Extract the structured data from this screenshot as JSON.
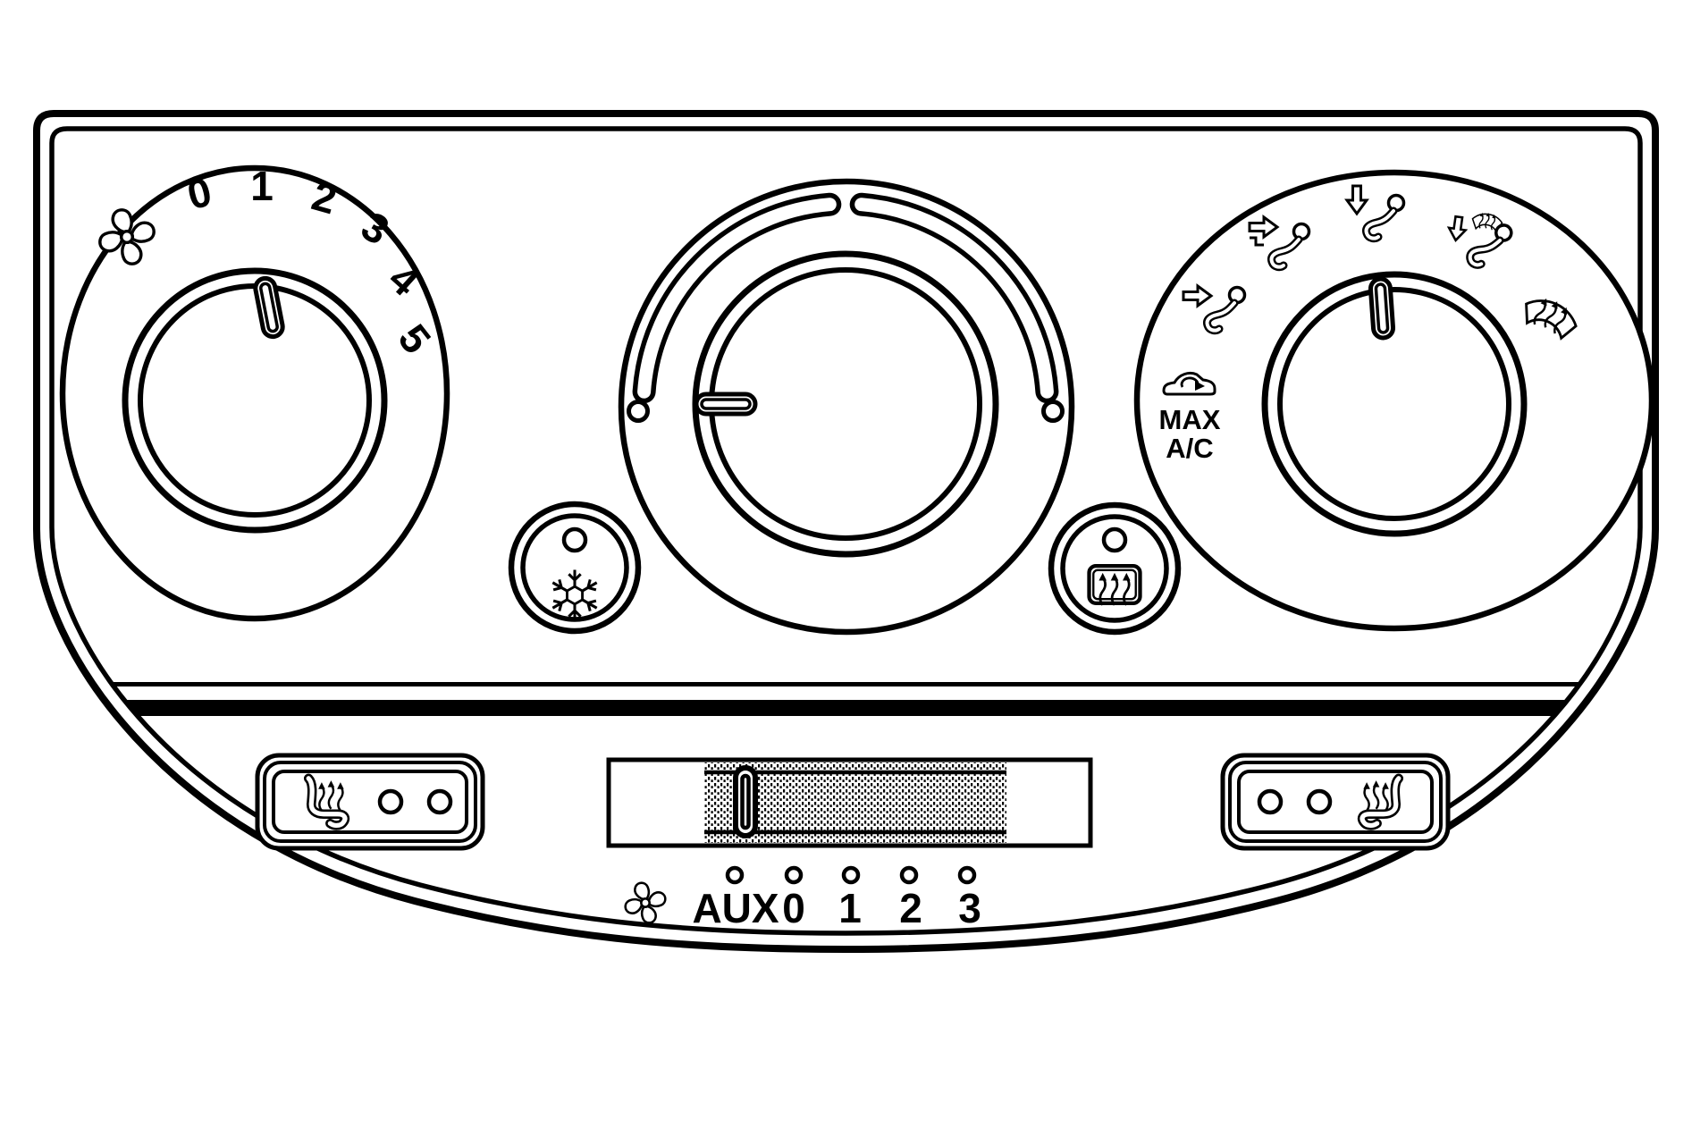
{
  "title": "Climate control panel diagram",
  "colors": {
    "line": "#000000",
    "background": "#ffffff",
    "fill": "#ffffff"
  },
  "fan_knob": {
    "name": "fan-speed-knob",
    "icon": "fan-icon",
    "labels": [
      "0",
      "1",
      "2",
      "3",
      "4",
      "5"
    ]
  },
  "temperature_knob": {
    "name": "temperature-knob",
    "track": "arc-slot-with-end-dots"
  },
  "mode_knob": {
    "name": "air-distribution-knob",
    "max_ac_label": {
      "line1": "MAX",
      "line2": "A/C"
    },
    "icons": [
      "recirculation-car-icon",
      "face-vent-icon",
      "bilevel-vent-icon",
      "floor-vent-icon",
      "floor-defrost-icon",
      "windshield-defrost-icon"
    ]
  },
  "ac_button": {
    "icon": "snowflake-icon",
    "led": "indicator-dot"
  },
  "rear_defrost_button": {
    "icon": "rear-window-defrost-icon",
    "led": "indicator-dot"
  },
  "left_seat_heater": {
    "icon": "heated-seat-icon",
    "indicator_dots": 2
  },
  "right_seat_heater": {
    "icon": "heated-seat-icon",
    "indicator_dots": 2
  },
  "aux_fan": {
    "icon": "fan-icon",
    "labels": [
      "AUX",
      "0",
      "1",
      "2",
      "3"
    ],
    "positions": 5,
    "handle_position": "AUX"
  }
}
